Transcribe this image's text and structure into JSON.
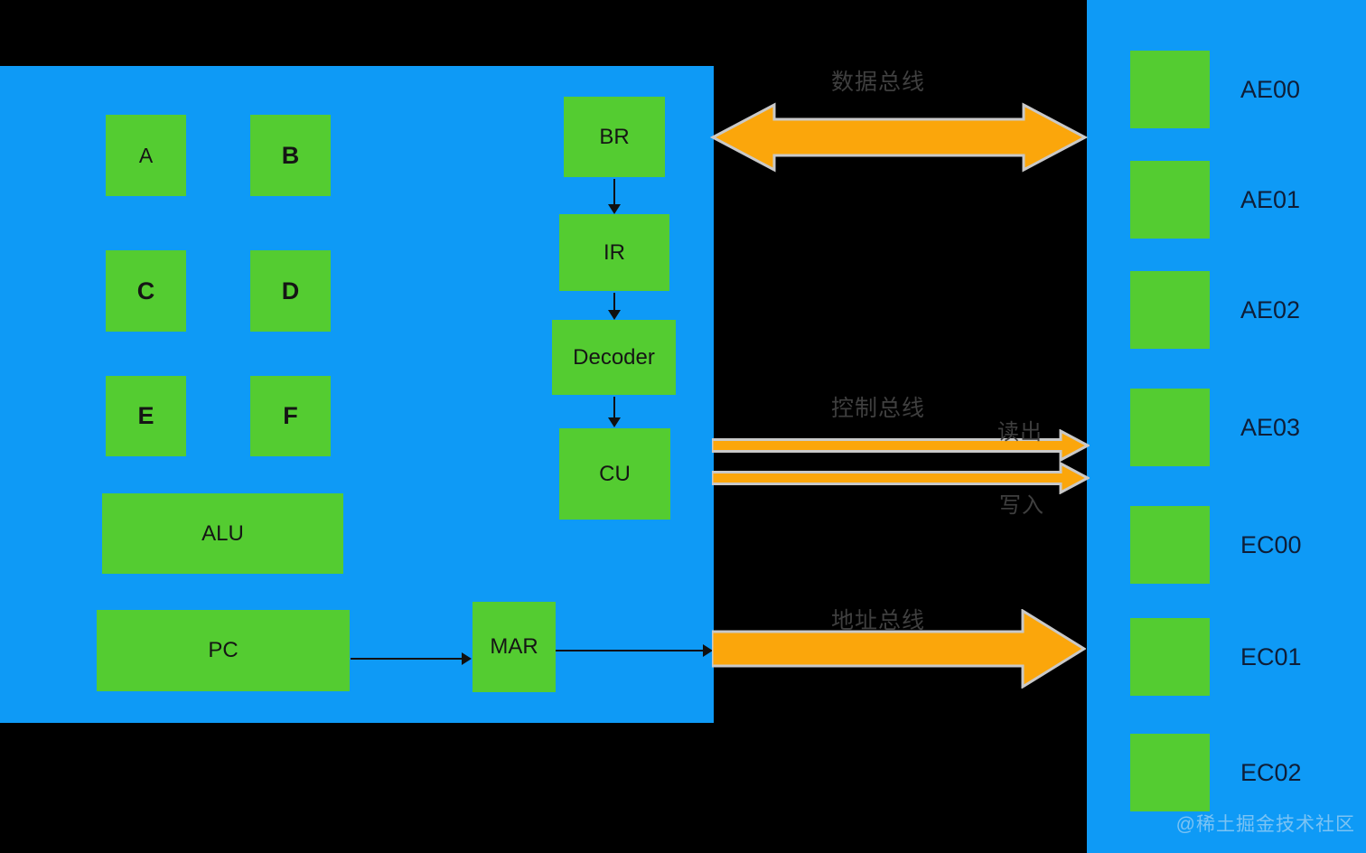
{
  "cpu": {
    "registers": [
      {
        "label": "A"
      },
      {
        "label": "B"
      },
      {
        "label": "C"
      },
      {
        "label": "D"
      },
      {
        "label": "E"
      },
      {
        "label": "F"
      }
    ],
    "alu_label": "ALU",
    "pc_label": "PC",
    "mar_label": "MAR",
    "pipeline": [
      {
        "label": "BR"
      },
      {
        "label": "IR"
      },
      {
        "label": "Decoder"
      },
      {
        "label": "CU"
      }
    ]
  },
  "buses": {
    "data_bus_label": "数据总线",
    "control_bus_label": "控制总线",
    "address_bus_label": "地址总线",
    "control_read_label": "读出",
    "control_write_label": "写入"
  },
  "memory": {
    "cells": [
      {
        "label": "AE00"
      },
      {
        "label": "AE01"
      },
      {
        "label": "AE02"
      },
      {
        "label": "AE03"
      },
      {
        "label": "EC00"
      },
      {
        "label": "EC01"
      },
      {
        "label": "EC02"
      }
    ]
  },
  "watermark": "@稀土掘金技术社区",
  "colors": {
    "background": "#000000",
    "panel_blue": "#0e9af6",
    "box_green": "#54cc31",
    "bus_orange": "#fba60b",
    "bus_outline": "#c9c9c9",
    "bus_label_gray": "#3f3f3f"
  }
}
